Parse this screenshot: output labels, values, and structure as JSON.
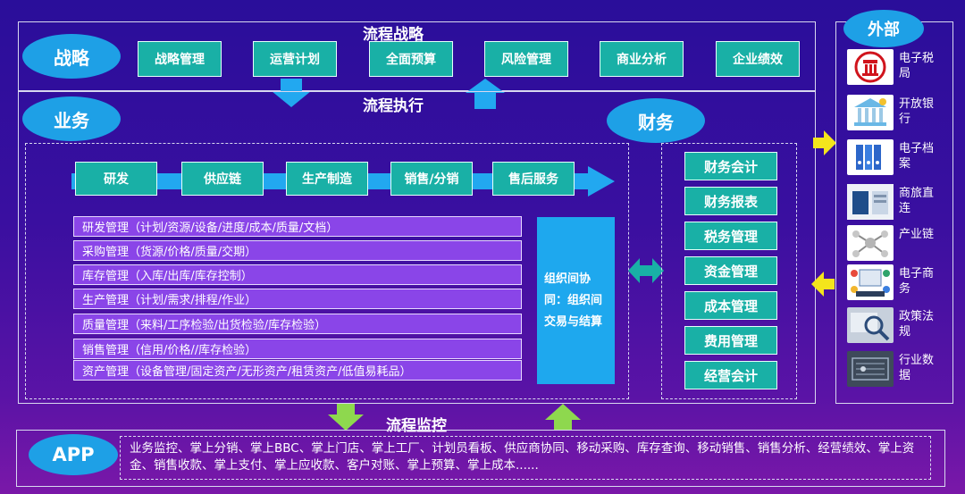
{
  "strategy": {
    "section_title": "流程战略",
    "label": "战略",
    "items": [
      "战略管理",
      "运营计划",
      "全面预算",
      "风险管理",
      "商业分析",
      "企业绩效"
    ]
  },
  "execution": {
    "section_title": "流程执行",
    "business_label": "业务",
    "chain": [
      "研发",
      "供应链",
      "生产制造",
      "销售/分销",
      "售后服务"
    ],
    "modules": [
      "研发管理（计划/资源/设备/进度/成本/质量/文档）",
      "采购管理（货源/价格/质量/交期）",
      "库存管理（入库/出库/库存控制）",
      "生产管理（计划/需求/排程/作业）",
      "质量管理（来料/工序检验/出货检验/库存检验）",
      "销售管理（信用/价格//库存检验）",
      "资产管理（设备管理/固定资产/无形资产/租赁资产/低值易耗品）"
    ],
    "inter_org": "组织间协同：组织间交易与结算",
    "finance_label": "财务",
    "finance_items": [
      "财务会计",
      "财务报表",
      "税务管理",
      "资金管理",
      "成本管理",
      "费用管理",
      "经营会计"
    ]
  },
  "external": {
    "label": "外部",
    "items": [
      {
        "label": "电子税局",
        "icon": "tax-bureau-icon"
      },
      {
        "label": "开放银行",
        "icon": "bank-icon"
      },
      {
        "label": "电子档案",
        "icon": "archive-binders-icon"
      },
      {
        "label": "商旅直连",
        "icon": "travel-app-icon"
      },
      {
        "label": "产业链",
        "icon": "industry-chain-icon"
      },
      {
        "label": "电子商务",
        "icon": "ecommerce-icon"
      },
      {
        "label": "政策法规",
        "icon": "policy-magnifier-icon"
      },
      {
        "label": "行业数据",
        "icon": "industry-data-icon"
      }
    ]
  },
  "monitoring": {
    "section_title": "流程监控"
  },
  "app": {
    "label": "APP",
    "text": "业务监控、掌上分销、掌上BBC、掌上门店、掌上工厂、计划员看板、供应商协同、移动采购、库存查询、移动销售、销售分析、经营绩效、掌上资金、销售收款、掌上支付、掌上应收款、客户对账、掌上预算、掌上成本......"
  },
  "colors": {
    "teal": "#19b0a6",
    "ellipse_blue": "#1ea0e6",
    "chain_arrow": "#22a8f0",
    "module_purple": "#8a45e8",
    "inter_org_box": "#1ea8ee",
    "up_arrow": "#8ed84e"
  }
}
